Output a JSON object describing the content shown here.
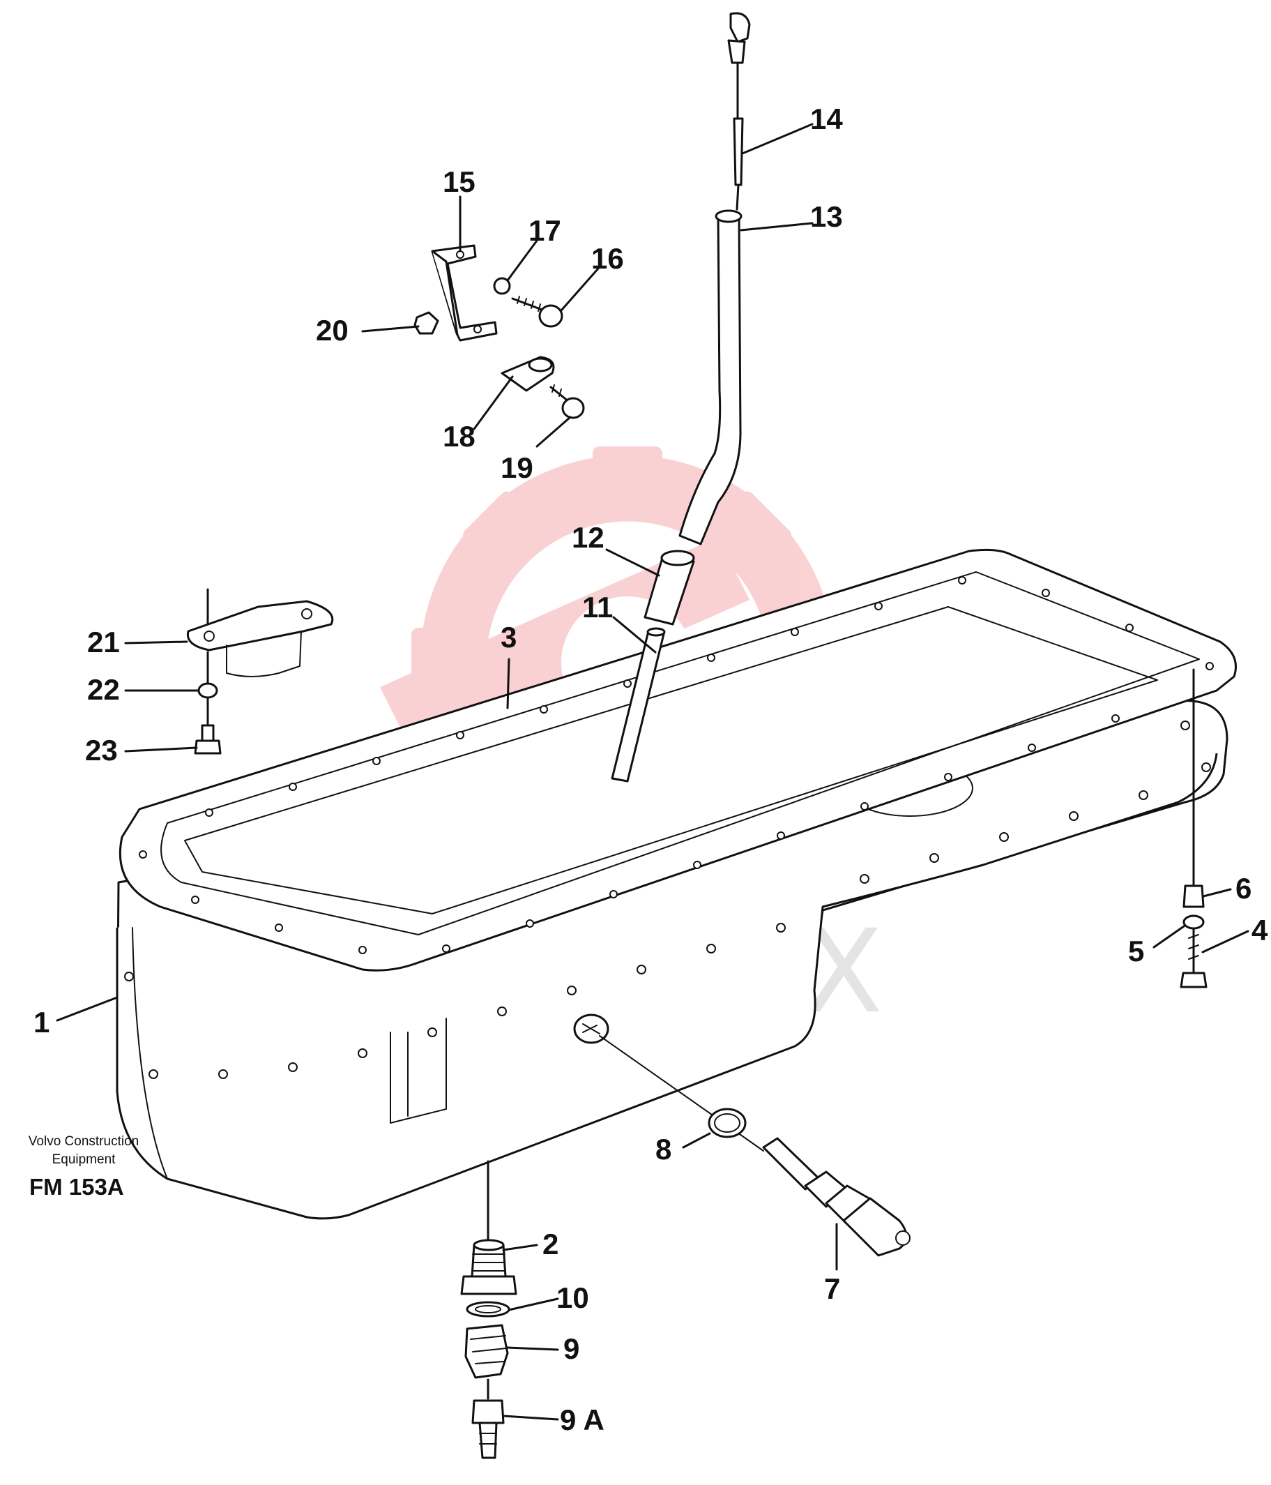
{
  "brand": {
    "line1": "Volvo Construction",
    "line2": "Equipment",
    "code": "FM 153A"
  },
  "watermark": {
    "text": "ИНТЕХ",
    "color": "#e8323c"
  },
  "callouts": [
    {
      "id": "1",
      "label": "1"
    },
    {
      "id": "2",
      "label": "2"
    },
    {
      "id": "3",
      "label": "3"
    },
    {
      "id": "4",
      "label": "4"
    },
    {
      "id": "5",
      "label": "5"
    },
    {
      "id": "6",
      "label": "6"
    },
    {
      "id": "7",
      "label": "7"
    },
    {
      "id": "8",
      "label": "8"
    },
    {
      "id": "9",
      "label": "9"
    },
    {
      "id": "9a",
      "label": "9 A"
    },
    {
      "id": "10",
      "label": "10"
    },
    {
      "id": "11",
      "label": "11"
    },
    {
      "id": "12",
      "label": "12"
    },
    {
      "id": "13",
      "label": "13"
    },
    {
      "id": "14",
      "label": "14"
    },
    {
      "id": "15",
      "label": "15"
    },
    {
      "id": "16",
      "label": "16"
    },
    {
      "id": "17",
      "label": "17"
    },
    {
      "id": "18",
      "label": "18"
    },
    {
      "id": "19",
      "label": "19"
    },
    {
      "id": "20",
      "label": "20"
    },
    {
      "id": "21",
      "label": "21"
    },
    {
      "id": "22",
      "label": "22"
    },
    {
      "id": "23",
      "label": "23"
    }
  ]
}
